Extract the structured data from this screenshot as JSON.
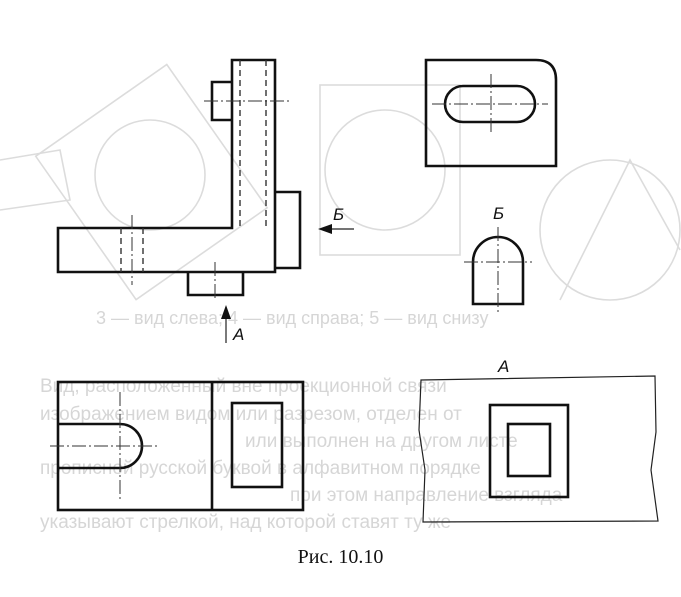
{
  "figure": {
    "caption": "Рис. 10.10",
    "labels": {
      "view_a_arrow": "А",
      "view_b_arrow": "Б",
      "view_b_title": "Б",
      "view_a_title": "А"
    }
  },
  "background_bleed": {
    "line_1": "3 — вид слева; 4 — вид справа; 5 — вид снизу",
    "line_2": "Вид, расположенный вне проекционной связи",
    "line_3": "изображением видом или разрезом, отделен от",
    "line_4": "или выполнен на другом листе",
    "line_5": "прописной русской буквой в алфавитном порядке",
    "line_6": "при этом направление взгляда",
    "line_7": "указывают стрелкой, над которой ставят ту же"
  }
}
